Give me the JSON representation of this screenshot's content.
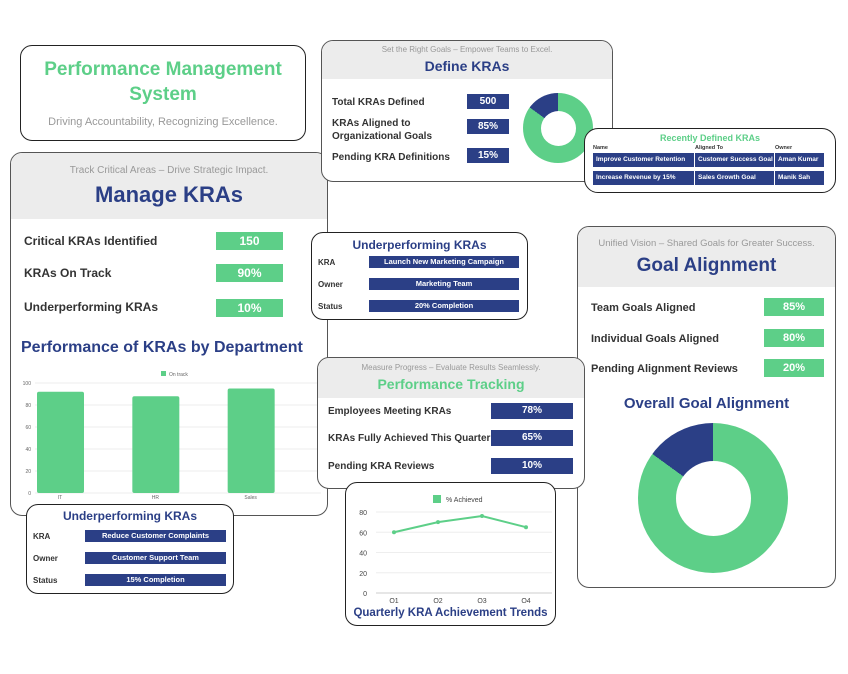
{
  "title_card": {
    "title": "Performance Management System",
    "subtitle": "Driving Accountability, Recognizing Excellence."
  },
  "manage": {
    "tagline": "Track Critical Areas – Drive Strategic Impact.",
    "title": "Manage KRAs",
    "rows": [
      {
        "label": "Critical KRAs Identified",
        "value": "150"
      },
      {
        "label": "KRAs On Track",
        "value": "90%"
      },
      {
        "label": "Underperforming KRAs",
        "value": "10%"
      }
    ],
    "chart_title": "Performance of KRAs by Department"
  },
  "define": {
    "tagline": "Set the Right Goals – Empower Teams to Excel.",
    "title": "Define KRAs",
    "rows": [
      {
        "label": "Total KRAs Defined",
        "value": "500"
      },
      {
        "label": "KRAs Aligned to Organizational Goals",
        "value": "85%"
      },
      {
        "label": "Pending KRA Definitions",
        "value": "15%"
      }
    ],
    "donut_pct": 85
  },
  "recent": {
    "title": "Recently Defined KRAs",
    "headers": [
      "Name",
      "Aligned To",
      "Owner"
    ],
    "rows": [
      [
        "Improve Customer Retention",
        "Customer Success Goal",
        "Aman Kumar"
      ],
      [
        "Increase Revenue by 15%",
        "Sales Growth Goal",
        "Manik Sah"
      ]
    ]
  },
  "under1": {
    "title": "Underperforming KRAs",
    "rows": [
      {
        "label": "KRA",
        "value": "Launch New Marketing Campaign"
      },
      {
        "label": "Owner",
        "value": "Marketing Team"
      },
      {
        "label": "Status",
        "value": "20% Completion"
      }
    ]
  },
  "under2": {
    "title": "Underperforming KRAs",
    "rows": [
      {
        "label": "KRA",
        "value": "Reduce Customer Complaints"
      },
      {
        "label": "Owner",
        "value": "Customer Support Team"
      },
      {
        "label": "Status",
        "value": "15% Completion"
      }
    ]
  },
  "goal": {
    "tagline": "Unified Vision – Shared Goals for Greater Success.",
    "title": "Goal Alignment",
    "rows": [
      {
        "label": "Team Goals Aligned",
        "value": "85%"
      },
      {
        "label": "Individual Goals Aligned",
        "value": "80%"
      },
      {
        "label": "Pending Alignment Reviews",
        "value": "20%"
      }
    ],
    "chart_title": "Overall Goal Alignment",
    "donut_pct": 85
  },
  "tracking": {
    "tagline": "Measure Progress – Evaluate Results Seamlessly.",
    "title": "Performance Tracking",
    "rows": [
      {
        "label": "Employees Meeting KRAs",
        "value": "78%"
      },
      {
        "label": "KRAs Fully Achieved This Quarter",
        "value": "65%"
      },
      {
        "label": "Pending KRA Reviews",
        "value": "10%"
      }
    ]
  },
  "colors": {
    "green": "#5dcf88",
    "navy": "#2b3f86"
  },
  "chart_data": [
    {
      "type": "bar",
      "categories": [
        "IT",
        "HR",
        "Sales"
      ],
      "series": [
        {
          "name": "On track",
          "values": [
            92,
            88,
            95
          ]
        }
      ],
      "ylim": [
        0,
        100
      ],
      "yticks": [
        "0",
        "20",
        "40",
        "60",
        "80",
        "100"
      ],
      "legend": "top"
    },
    {
      "type": "line",
      "categories": [
        "Q1",
        "Q2",
        "Q3",
        "Q4"
      ],
      "series": [
        {
          "name": "% Achieved",
          "values": [
            60,
            70,
            76,
            65
          ]
        }
      ],
      "ylim": [
        0,
        80
      ],
      "yticks": [
        "0",
        "20",
        "40",
        "60",
        "80"
      ],
      "title": "Quarterly KRA Achievement Trends",
      "legend": "top"
    }
  ]
}
